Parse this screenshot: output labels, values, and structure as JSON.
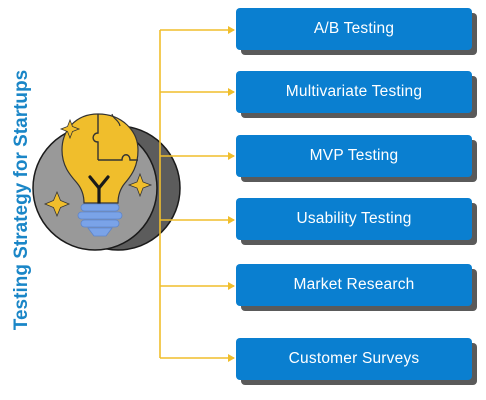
{
  "title": "Testing Strategy for Startups",
  "items": [
    "A/B Testing",
    "Multivariate Testing",
    "MVP Testing",
    "Usability Testing",
    "Market Research",
    "Customer Surveys"
  ],
  "colors": {
    "title": "#1a86c7",
    "box_fill": "#0a7fd0",
    "box_shadow": "#5a5a5a",
    "box_text": "#ffffff",
    "connector": "#f0be2c",
    "bulb": "#f0be2c",
    "bulb_base": "#7aa3e8",
    "circle_back": "#5c5c5c",
    "circle_front": "#999999"
  },
  "icons": [
    "lightbulb-puzzle-icon",
    "sparkle-icon",
    "arrow-icon"
  ]
}
